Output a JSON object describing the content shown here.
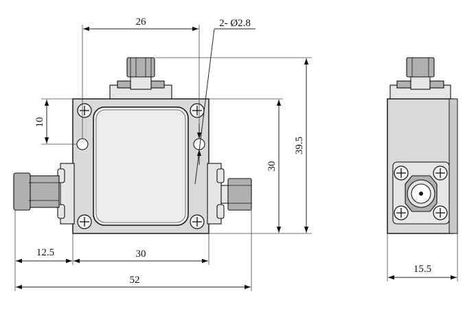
{
  "dimensions": {
    "top_hole_spacing": "26",
    "hole_callout": "2- Ø2.8",
    "hole_offset": "10",
    "body_height": "30",
    "overall_height": "39.5",
    "left_connector_length": "12.5",
    "body_width": "30",
    "overall_width": "52",
    "side_depth": "15.5"
  },
  "colors": {
    "body": "#d9d9d9",
    "ink": "#111111"
  }
}
